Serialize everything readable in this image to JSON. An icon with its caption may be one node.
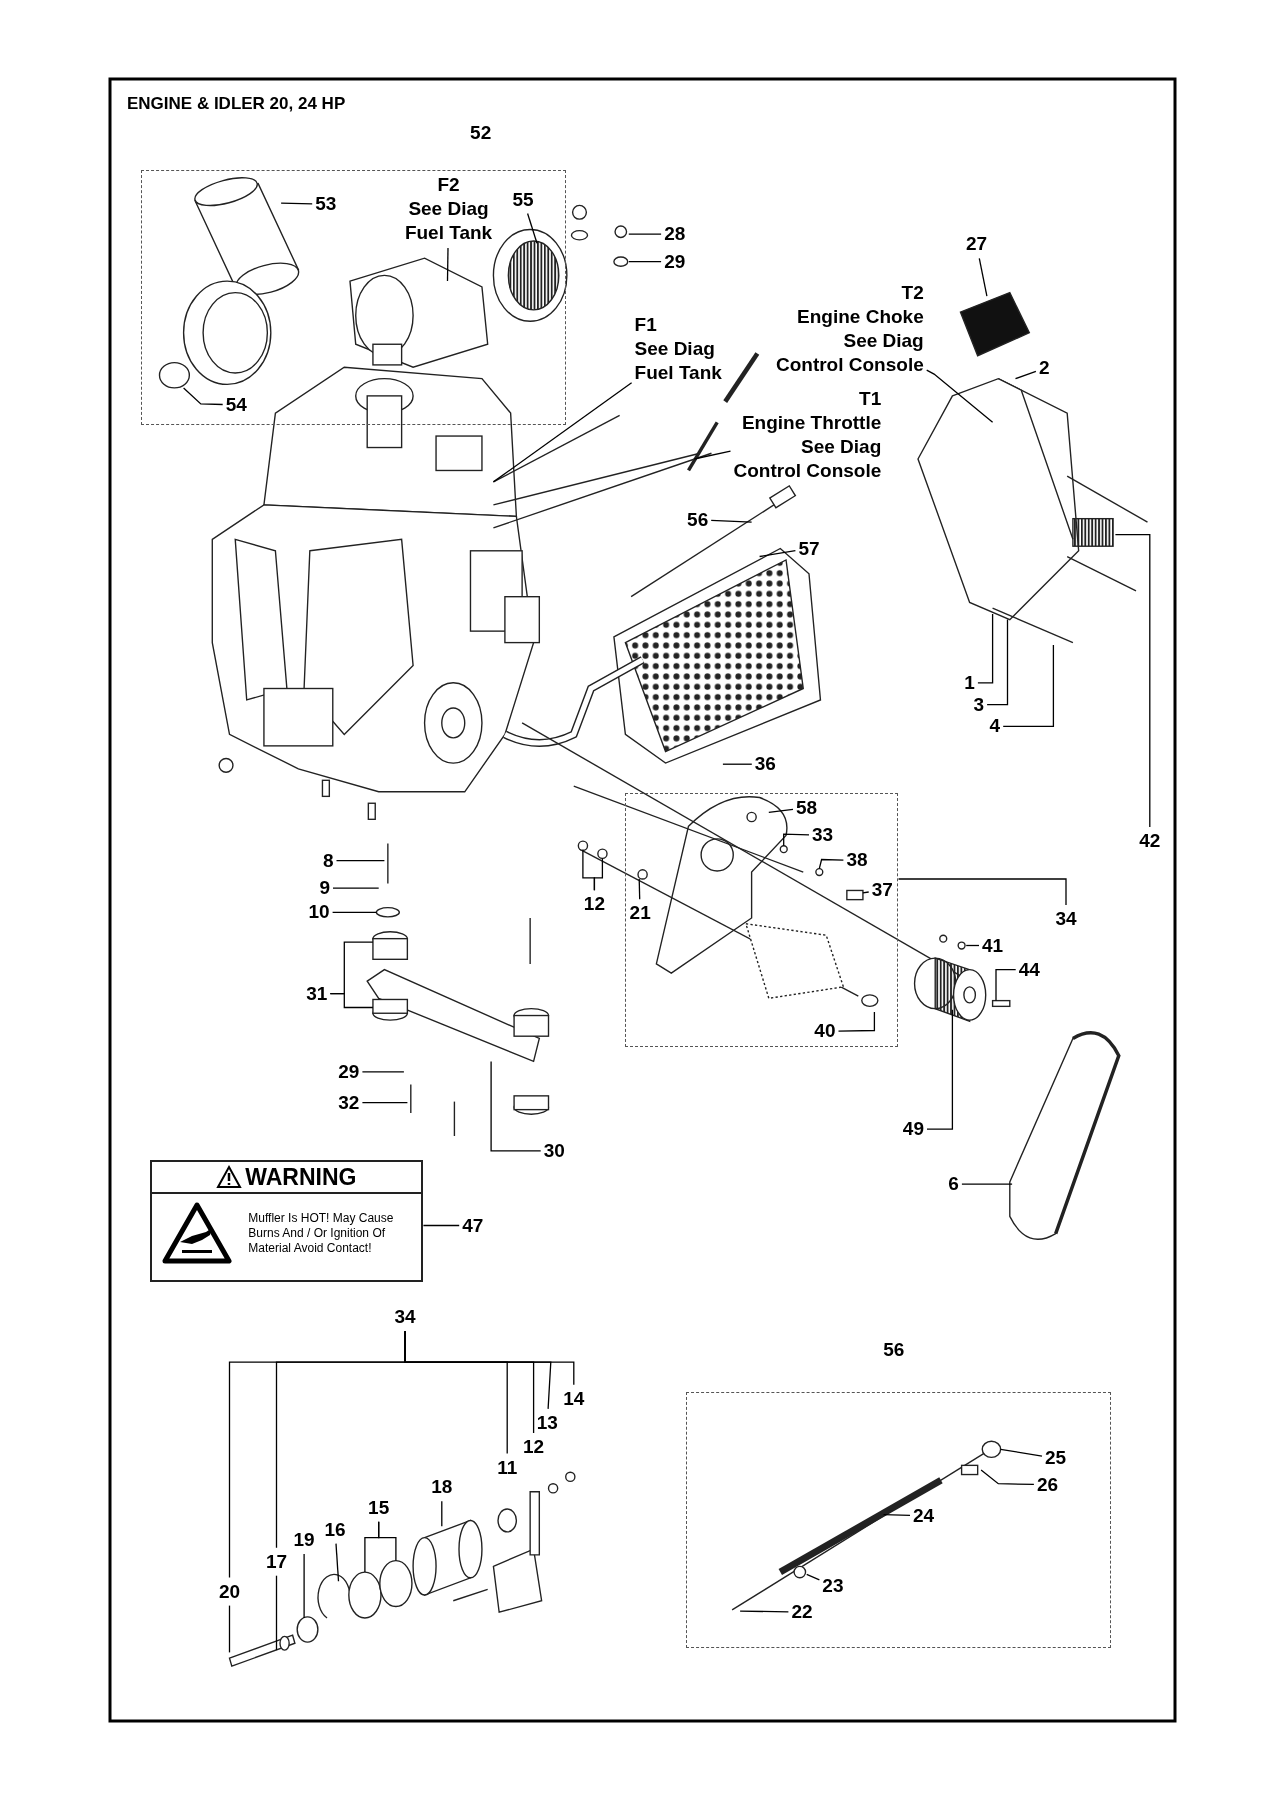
{
  "diagram": {
    "title": "ENGINE & IDLER 20, 24 HP",
    "nodes": [
      {
        "text": [
          "52"
        ]
      },
      {
        "text": [
          "53"
        ],
        "in": 0
      },
      {
        "text": [
          "55"
        ],
        "in": 0
      },
      {
        "text": [
          "54"
        ],
        "in": 0
      },
      {
        "text": [
          "F2",
          "See Diag",
          "Fuel Tank"
        ],
        "in": 0
      },
      {
        "text": [
          "28"
        ]
      },
      {
        "text": [
          "29"
        ]
      },
      {
        "text": [
          "27"
        ]
      },
      {
        "text": [
          "T2",
          "Engine Choke",
          "See Diag",
          "Control Console"
        ]
      },
      {
        "text": [
          "F1",
          "See Diag",
          "Fuel Tank"
        ]
      },
      {
        "text": [
          "2"
        ]
      },
      {
        "text": [
          "T1",
          "Engine Throttle",
          "See Diag",
          "Control Console"
        ]
      },
      {
        "text": [
          "56"
        ]
      },
      {
        "text": [
          "57"
        ]
      },
      {
        "text": [
          "1"
        ]
      },
      {
        "text": [
          "3"
        ]
      },
      {
        "text": [
          "4"
        ]
      },
      {
        "text": [
          "36"
        ]
      },
      {
        "text": [],
        "shape": "box"
      },
      {
        "text": [
          "58"
        ],
        "in": 18
      },
      {
        "text": [
          "33"
        ],
        "in": 18
      },
      {
        "text": [
          "38"
        ],
        "in": 18
      },
      {
        "text": [
          "37"
        ],
        "in": 18
      },
      {
        "text": [
          "21"
        ],
        "in": 18
      },
      {
        "text": [
          "40"
        ],
        "in": 18
      },
      {
        "text": [
          "12"
        ]
      },
      {
        "text": [
          "8"
        ]
      },
      {
        "text": [
          "9"
        ]
      },
      {
        "text": [
          "10"
        ]
      },
      {
        "text": [
          "42"
        ]
      },
      {
        "text": [
          "34"
        ]
      },
      {
        "text": [
          "41"
        ]
      },
      {
        "text": [
          "44"
        ]
      },
      {
        "text": [
          "31"
        ]
      },
      {
        "text": [
          "29"
        ]
      },
      {
        "text": [
          "32"
        ]
      },
      {
        "text": [
          "30"
        ]
      },
      {
        "text": [
          "49"
        ]
      },
      {
        "text": [
          "6"
        ]
      },
      {
        "text": [
          "WARNING",
          "Muffler Is HOT! May Cause Burns And / Or Ignition Of Material Avoid Contact!"
        ]
      },
      {
        "text": [
          "47"
        ]
      },
      {
        "text": [
          "34"
        ]
      },
      {
        "text": [
          "20"
        ]
      },
      {
        "text": [
          "17"
        ]
      },
      {
        "text": [
          "19"
        ]
      },
      {
        "text": [
          "16"
        ]
      },
      {
        "text": [
          "15"
        ]
      },
      {
        "text": [
          "18"
        ]
      },
      {
        "text": [
          "11"
        ]
      },
      {
        "text": [
          "12"
        ]
      },
      {
        "text": [
          "13"
        ]
      },
      {
        "text": [
          "14"
        ]
      },
      {
        "text": [
          "56"
        ]
      },
      {
        "text": [
          "25"
        ],
        "in": 52
      },
      {
        "text": [
          "26"
        ],
        "in": 52
      },
      {
        "text": [
          "24"
        ],
        "in": 52
      },
      {
        "text": [
          "23"
        ],
        "in": 52
      },
      {
        "text": [
          "22"
        ],
        "in": 52
      }
    ],
    "edges": [
      {
        "from": 1,
        "to": null,
        "arrow": "none"
      },
      {
        "from": 2,
        "to": null,
        "arrow": "none"
      },
      {
        "from": 3,
        "to": null,
        "arrow": "none"
      },
      {
        "from": 4,
        "to": null,
        "arrow": "none"
      },
      {
        "from": 5,
        "to": null,
        "arrow": "none"
      },
      {
        "from": 6,
        "to": null,
        "arrow": "none"
      },
      {
        "from": 7,
        "to": null,
        "arrow": "none"
      },
      {
        "from": 8,
        "to": null,
        "arrow": "none"
      },
      {
        "from": 9,
        "to": null,
        "arrow": "none"
      },
      {
        "from": 10,
        "to": null,
        "arrow": "none"
      },
      {
        "from": 11,
        "to": null,
        "arrow": "none"
      },
      {
        "from": 12,
        "to": null,
        "arrow": "none"
      },
      {
        "from": 13,
        "to": null,
        "arrow": "none"
      },
      {
        "from": 14,
        "to": null,
        "arrow": "none"
      },
      {
        "from": 15,
        "to": null,
        "arrow": "none"
      },
      {
        "from": 16,
        "to": null,
        "arrow": "none"
      },
      {
        "from": 17,
        "to": null,
        "arrow": "none"
      },
      {
        "from": 19,
        "to": null,
        "arrow": "none"
      },
      {
        "from": 20,
        "to": null,
        "arrow": "none"
      },
      {
        "from": 21,
        "to": null,
        "arrow": "none"
      },
      {
        "from": 22,
        "to": null,
        "arrow": "none"
      },
      {
        "from": 23,
        "to": null,
        "arrow": "none"
      },
      {
        "from": 24,
        "to": null,
        "arrow": "none"
      },
      {
        "from": 25,
        "to": null,
        "arrow": "none"
      },
      {
        "from": 25,
        "to": null,
        "arrow": "none"
      },
      {
        "from": 26,
        "to": null,
        "arrow": "none"
      },
      {
        "from": 27,
        "to": null,
        "arrow": "none"
      },
      {
        "from": 28,
        "to": null,
        "arrow": "none"
      },
      {
        "from": 29,
        "to": null,
        "arrow": "none"
      },
      {
        "from": 30,
        "to": 18,
        "arrow": "none"
      },
      {
        "from": 31,
        "to": null,
        "arrow": "none"
      },
      {
        "from": 32,
        "to": null,
        "arrow": "none"
      },
      {
        "from": 33,
        "to": null,
        "arrow": "none"
      },
      {
        "from": 33,
        "to": null,
        "arrow": "none"
      },
      {
        "from": 34,
        "to": null,
        "arrow": "none"
      },
      {
        "from": 35,
        "to": null,
        "arrow": "none"
      },
      {
        "from": 36,
        "to": null,
        "arrow": "none"
      },
      {
        "from": 37,
        "to": null,
        "arrow": "none"
      },
      {
        "from": 38,
        "to": null,
        "arrow": "none"
      },
      {
        "from": 40,
        "to": 39,
        "arrow": "none"
      },
      {
        "from": 41,
        "to": 42,
        "arrow": "none"
      },
      {
        "from": 41,
        "to": 43,
        "arrow": "none"
      },
      {
        "from": 41,
        "to": 48,
        "arrow": "none"
      },
      {
        "from": 41,
        "to": 49,
        "arrow": "none"
      },
      {
        "from": 41,
        "to": 50,
        "arrow": "none"
      },
      {
        "from": 41,
        "to": 51,
        "arrow": "none"
      },
      {
        "from": 42,
        "to": null,
        "arrow": "none"
      },
      {
        "from": 43,
        "to": null,
        "arrow": "none"
      },
      {
        "from": 44,
        "to": null,
        "arrow": "none"
      },
      {
        "from": 45,
        "to": null,
        "arrow": "none"
      },
      {
        "from": 46,
        "to": null,
        "arrow": "none"
      },
      {
        "from": 46,
        "to": null,
        "arrow": "none"
      },
      {
        "from": 47,
        "to": null,
        "arrow": "none"
      },
      {
        "from": 53,
        "to": null,
        "arrow": "none"
      },
      {
        "from": 54,
        "to": null,
        "arrow": "none"
      },
      {
        "from": 55,
        "to": null,
        "arrow": "none"
      },
      {
        "from": 56,
        "to": null,
        "arrow": "none"
      },
      {
        "from": 57,
        "to": null,
        "arrow": "none"
      }
    ]
  }
}
